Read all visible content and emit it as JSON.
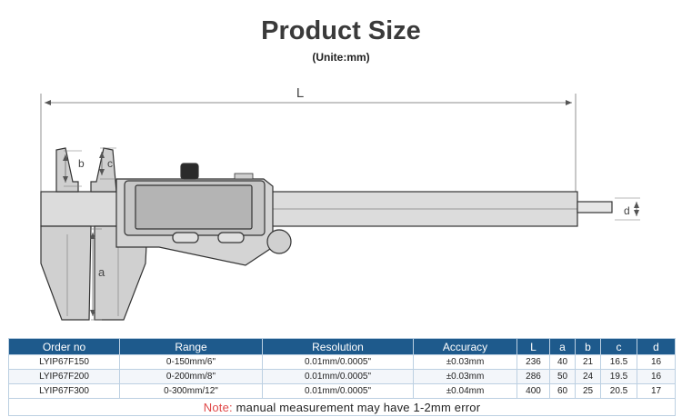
{
  "title": "Product Size",
  "subtitle": "(Unite:mm)",
  "dimension_labels": {
    "L": "L",
    "a": "a",
    "b": "b",
    "c": "c",
    "d": "d"
  },
  "colors": {
    "header_bg": "#1e5a8c",
    "note_red": "#e04848",
    "caliper_fill": "#d8d8d8",
    "display_fill": "#b9b9b9"
  },
  "table": {
    "columns": [
      "Order no",
      "Range",
      "Resolution",
      "Accuracy",
      "L",
      "a",
      "b",
      "c",
      "d"
    ],
    "rows": [
      [
        "LYIP67F150",
        "0-150mm/6\"",
        "0.01mm/0.0005\"",
        "±0.03mm",
        "236",
        "40",
        "21",
        "16.5",
        "16"
      ],
      [
        "LYIP67F200",
        "0-200mm/8\"",
        "0.01mm/0.0005\"",
        "±0.03mm",
        "286",
        "50",
        "24",
        "19.5",
        "16"
      ],
      [
        "LYIP67F300",
        "0-300mm/12\"",
        "0.01mm/0.0005\"",
        "±0.04mm",
        "400",
        "60",
        "25",
        "20.5",
        "17"
      ]
    ],
    "note_label": "Note:",
    "note_text": "manual measurement may have 1-2mm error"
  }
}
